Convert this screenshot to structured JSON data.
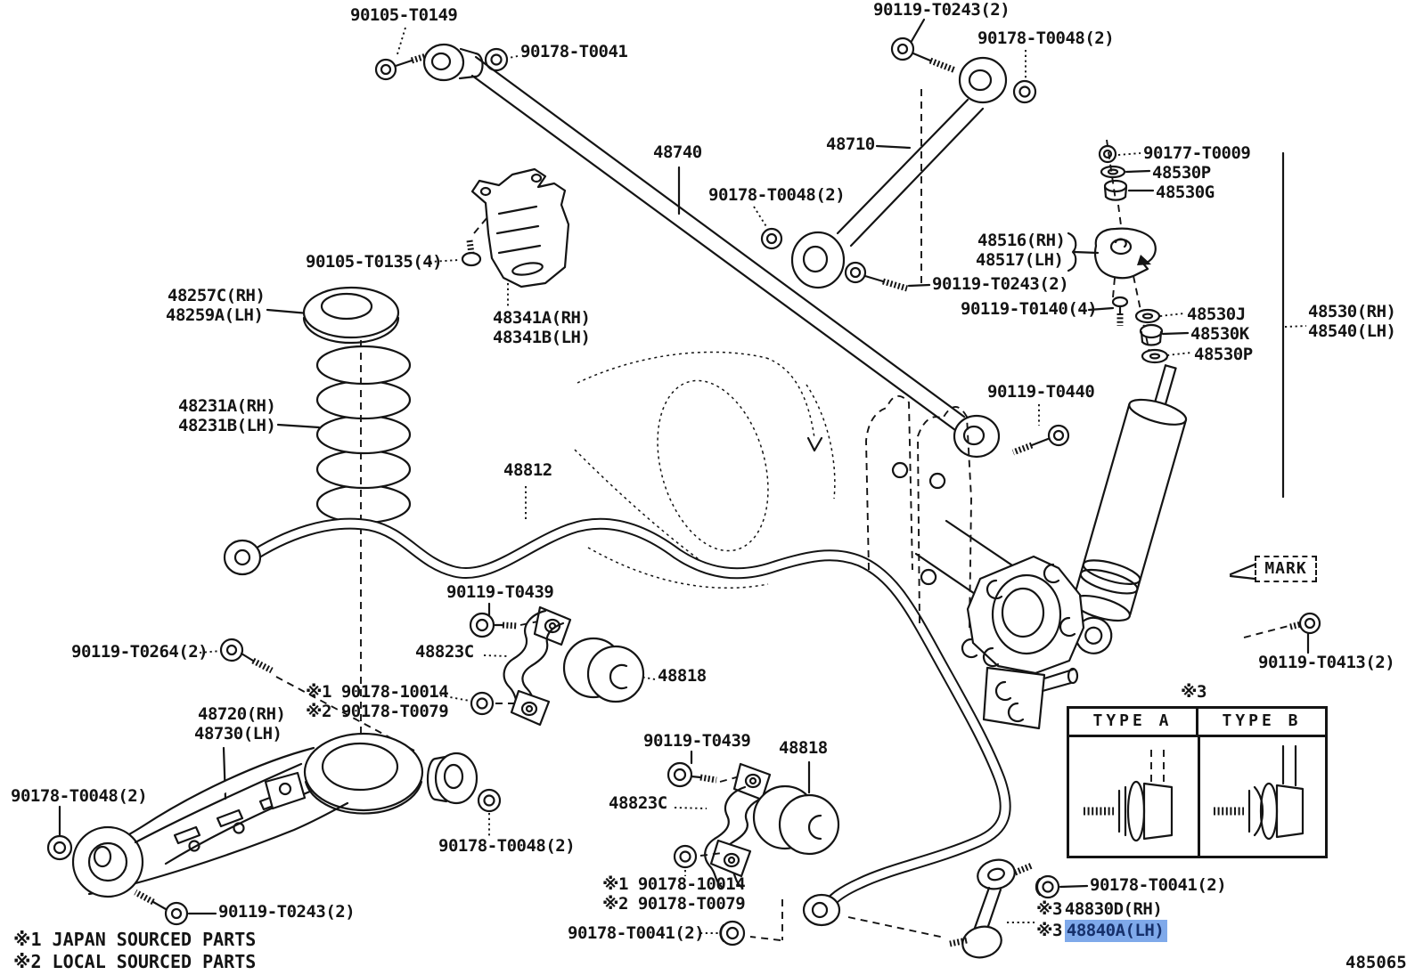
{
  "figure": {
    "number": "485065"
  },
  "colors": {
    "line": "#141414",
    "background": "#ffffff",
    "highlight": "#7fa9ea",
    "highlight_text": "#16306b"
  },
  "notes": {
    "note1": "※1 JAPAN SOURCED PARTS",
    "note2": "※2 LOCAL SOURCED PARTS"
  },
  "mark_callout": {
    "text": "MARK"
  },
  "type_table": {
    "ref": "※3",
    "columns": [
      "TYPE A",
      "TYPE B"
    ]
  },
  "stabilizer_link": {
    "note_ref": "※3",
    "rh": "48830D(RH)",
    "lh": "48840A(LH)",
    "lh_highlighted": true
  },
  "labels": [
    {
      "text": "90105-T0149"
    },
    {
      "text": "90178-T0041"
    },
    {
      "text": "90119-T0243(2)"
    },
    {
      "text": "90178-T0048(2)"
    },
    {
      "text": "48740"
    },
    {
      "text": "48710"
    },
    {
      "text": "90178-T0048(2)"
    },
    {
      "text": "90177-T0009"
    },
    {
      "text": "48530P"
    },
    {
      "text": "48530G"
    },
    {
      "text": "48516(RH)"
    },
    {
      "text": "48517(LH)"
    },
    {
      "text": "90119-T0243(2)"
    },
    {
      "text": "90119-T0140(4)"
    },
    {
      "text": "48530J"
    },
    {
      "text": "48530K"
    },
    {
      "text": "48530P"
    },
    {
      "text": "48530(RH)"
    },
    {
      "text": "48540(LH)"
    },
    {
      "text": "90105-T0135(4)"
    },
    {
      "text": "48257C(RH)"
    },
    {
      "text": "48259A(LH)"
    },
    {
      "text": "48341A(RH)"
    },
    {
      "text": "48341B(LH)"
    },
    {
      "text": "48231A(RH)"
    },
    {
      "text": "48231B(LH)"
    },
    {
      "text": "90119-T0440"
    },
    {
      "text": "48812"
    },
    {
      "text": "90119-T0439"
    },
    {
      "text": "48823C"
    },
    {
      "text": "48818"
    },
    {
      "text": "90119-T0264(2)"
    },
    {
      "text": "※1 90178-10014"
    },
    {
      "text": "※2 90178-T0079"
    },
    {
      "text": "48720(RH)"
    },
    {
      "text": "48730(LH)"
    },
    {
      "text": "90178-T0048(2)"
    },
    {
      "text": "90119-T0439"
    },
    {
      "text": "48818"
    },
    {
      "text": "48823C"
    },
    {
      "text": "90178-T0048(2)"
    },
    {
      "text": "※1 90178-10014"
    },
    {
      "text": "※2 90178-T0079"
    },
    {
      "text": "90119-T0243(2)"
    },
    {
      "text": "90178-T0041(2)"
    },
    {
      "text": "90119-T0413(2)"
    },
    {
      "text": "90178-T0041(2)"
    }
  ]
}
